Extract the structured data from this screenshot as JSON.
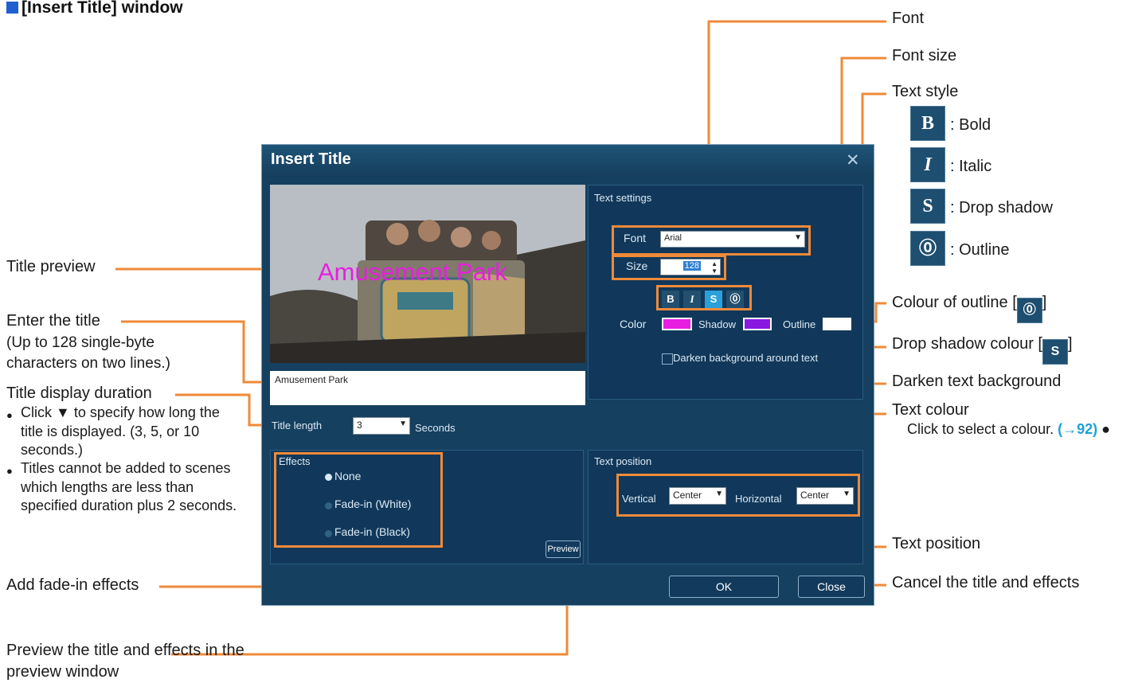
{
  "header": {
    "title": "[Insert Title] window"
  },
  "dialog": {
    "title": "Insert Title",
    "close_glyph": "✕",
    "preview_overlay_text": "Amusement Park",
    "title_input_value": "Amusement Park",
    "title_length": {
      "label": "Title length",
      "value": "3",
      "unit": "Seconds"
    },
    "effects": {
      "label": "Effects",
      "options": [
        "None",
        "Fade-in (White)",
        "Fade-in (Black)"
      ],
      "selected": "None"
    },
    "preview_button": "Preview",
    "text_settings": {
      "label": "Text settings",
      "font_label": "Font",
      "font_value": "Arial",
      "size_label": "Size",
      "size_value": "128",
      "style_buttons": [
        "B",
        "I",
        "S",
        "⓪"
      ],
      "color_label": "Color",
      "shadow_label": "Shadow",
      "outline_label": "Outline",
      "colors": {
        "text": "#e81ee0",
        "shadow": "#8a18e0",
        "outline": "#ffffff"
      },
      "darken_label": "Darken background around text"
    },
    "text_position": {
      "label": "Text position",
      "vertical_label": "Vertical",
      "vertical_value": "Center",
      "horizontal_label": "Horizontal",
      "horizontal_value": "Center"
    },
    "ok_button": "OK",
    "close_button": "Close"
  },
  "annotations": {
    "font": "Font",
    "font_size": "Font size",
    "text_style": "Text style",
    "legend": [
      {
        "glyph": "B",
        "label": ": Bold"
      },
      {
        "glyph": "I",
        "label": ": Italic"
      },
      {
        "glyph": "S",
        "label": ": Drop shadow"
      },
      {
        "glyph": "⓪",
        "label": ": Outline"
      }
    ],
    "outline_colour_prefix": "Colour of outline [",
    "outline_colour_suffix": "]",
    "shadow_colour_prefix": "Drop shadow colour [",
    "shadow_colour_suffix": "]",
    "darken": "Darken text background",
    "text_colour": "Text colour",
    "text_colour_note": "Click to select a colour.",
    "text_colour_ref": "(→92)",
    "text_position": "Text position",
    "cancel": "Cancel the title and effects",
    "title_preview": "Title preview",
    "enter_title": "Enter the title",
    "enter_title_note": "(Up to 128 single-byte characters on two lines.)",
    "duration": "Title display duration",
    "duration_bullet_1": "Click ▼ to specify how long the title is displayed. (3, 5, or 10 seconds.)",
    "duration_bullet_2": "Titles cannot be added to scenes which lengths are less than specified duration plus 2 seconds.",
    "fade": "Add fade-in effects",
    "preview_note": "Preview the title and effects in the preview window"
  },
  "accent_color": "#ef8a3a"
}
